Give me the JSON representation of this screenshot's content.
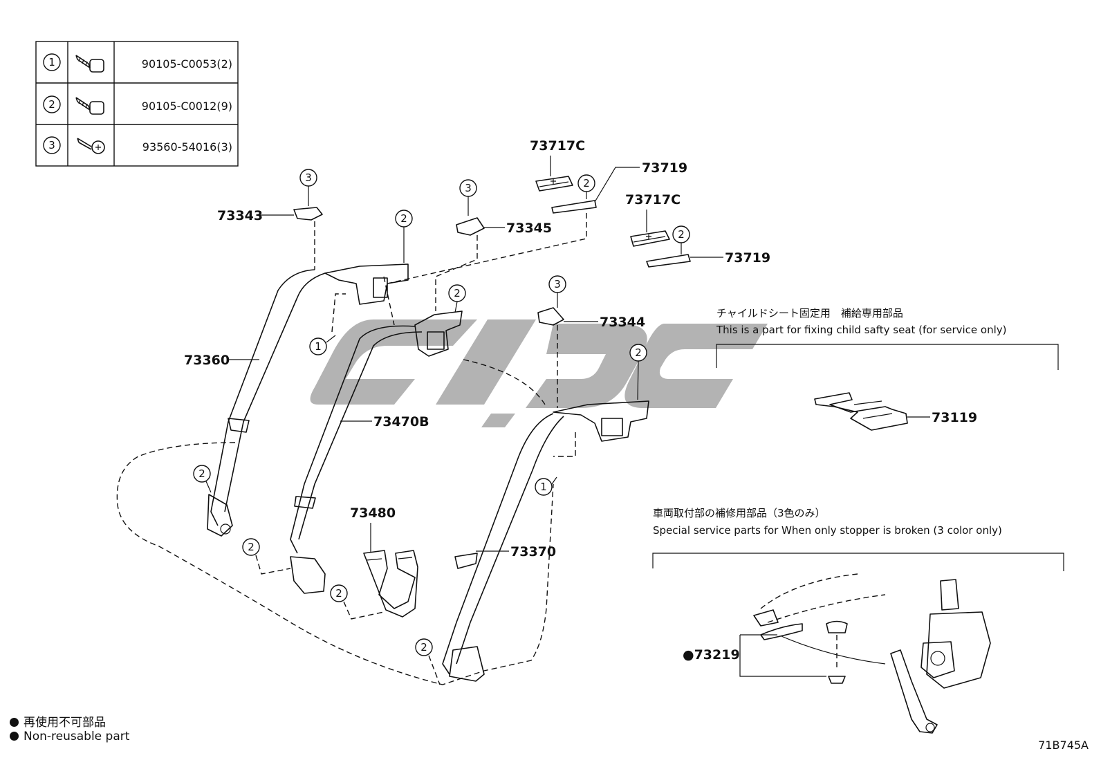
{
  "fasteners": [
    {
      "mark": "①",
      "part": "90105-C0053(2)",
      "icon": "bolt-icon"
    },
    {
      "mark": "②",
      "part": "90105-C0012(9)",
      "icon": "bolt-icon"
    },
    {
      "mark": "③",
      "part": "93560-54016(3)",
      "icon": "screw-icon"
    }
  ],
  "parts": {
    "p73343": "73343",
    "p73345": "73345",
    "p73717c_a": "73717C",
    "p73719_a": "73719",
    "p73717c_b": "73717C",
    "p73719_b": "73719",
    "p73344": "73344",
    "p73360": "73360",
    "p73470b": "73470B",
    "p73480": "73480",
    "p73370": "73370",
    "p73119": "73119",
    "p73219": "●73219"
  },
  "marks": {
    "one": "1",
    "two": "2",
    "three": "3"
  },
  "child_seat": {
    "title_jp": "チャイルドシート固定用　補給専用部品",
    "title_en": "This is a part for fixing child safty seat (for service only)"
  },
  "stopper": {
    "title_jp": "車両取付部の補修用部品（3色のみ）",
    "title_en": "Special service parts for When only stopper is broken (3 color only)"
  },
  "legend": {
    "jp": "再使用不可部品",
    "en": "Non-reusable part"
  },
  "figure_code": "71B745A",
  "colors": {
    "line": "#111111",
    "watermark": "#9a9a9a",
    "background": "#ffffff"
  }
}
